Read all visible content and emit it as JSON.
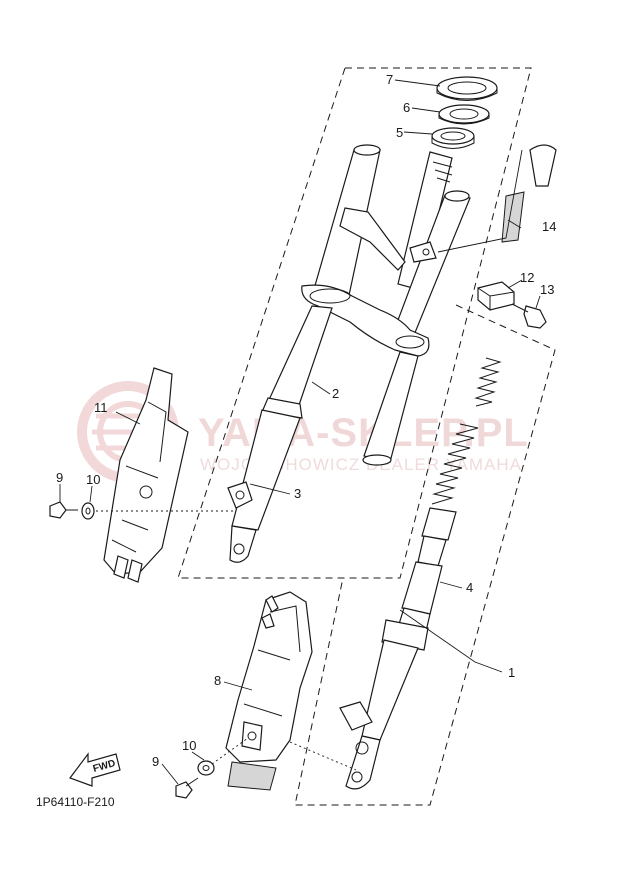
{
  "diagram": {
    "code": "1P64110-F210",
    "fwd_label": "FWD",
    "watermark": {
      "main": "YAMA-SKLEP.PL",
      "sub": "WOJCIECHOWICZ DEALER YAMAHA"
    },
    "callouts": [
      "1",
      "2",
      "3",
      "4",
      "5",
      "6",
      "7",
      "8",
      "9",
      "10",
      "11",
      "12",
      "13",
      "14",
      "9",
      "10"
    ]
  }
}
